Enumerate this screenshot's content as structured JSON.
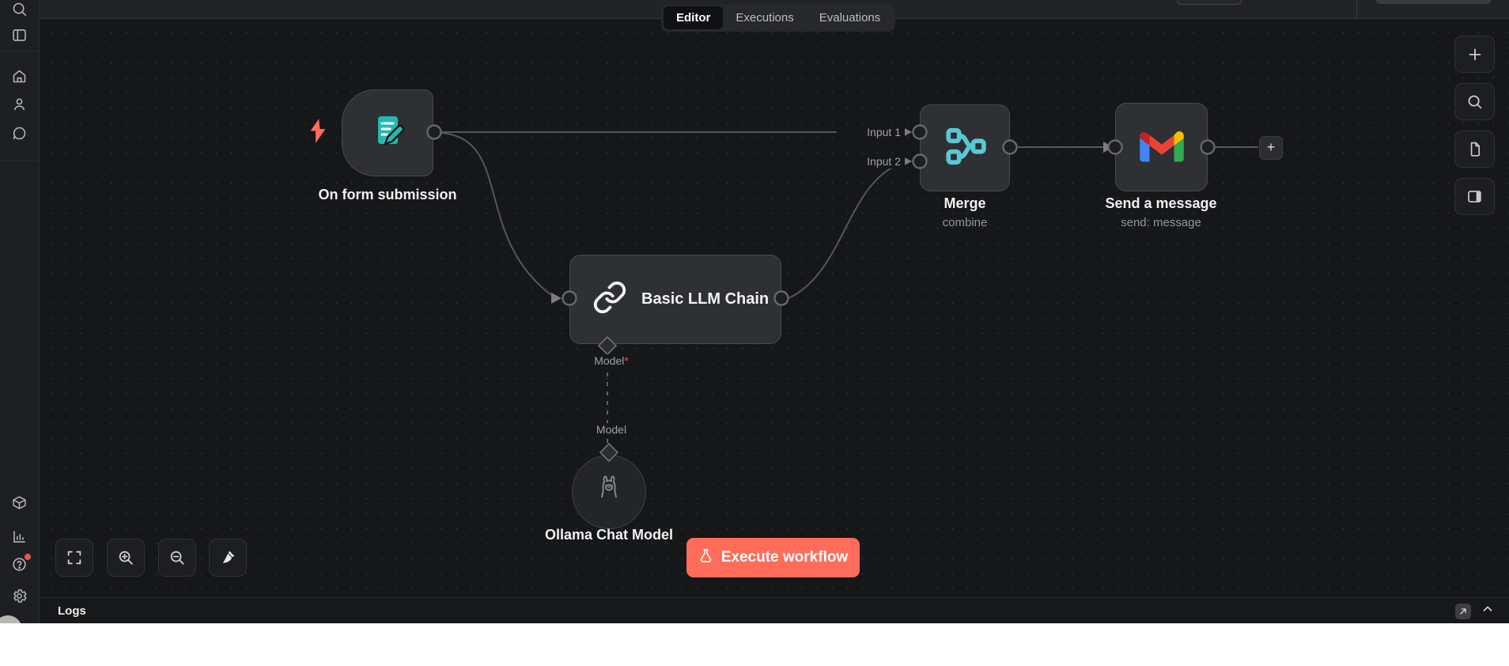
{
  "header": {
    "tabs": [
      {
        "label": "Editor",
        "active": true
      },
      {
        "label": "Executions",
        "active": false
      },
      {
        "label": "Evaluations",
        "active": false
      }
    ]
  },
  "workflow": {
    "form_node": {
      "title": "On form submission"
    },
    "llm_node": {
      "title": "Basic LLM Chain",
      "model_port_label": "Model",
      "required_mark": "*"
    },
    "ollama_node": {
      "title": "Ollama Chat Model",
      "model_port_label": "Model"
    },
    "merge_node": {
      "title": "Merge",
      "subtitle": "combine",
      "input1_label": "Input 1",
      "input2_label": "Input 2"
    },
    "gmail_node": {
      "title": "Send a message",
      "subtitle": "send: message"
    },
    "add_node_label": "+"
  },
  "canvas_controls": {
    "execute_button_label": "Execute workflow"
  },
  "logs_panel": {
    "title": "Logs"
  },
  "colors": {
    "canvas_bg": "#161719",
    "node_bg": "#2e3033",
    "accent_teal": "#25b8b2",
    "merge_teal": "#5ac8d4",
    "execute_coral": "#ff6d5a",
    "notification_red": "#e4584f"
  }
}
